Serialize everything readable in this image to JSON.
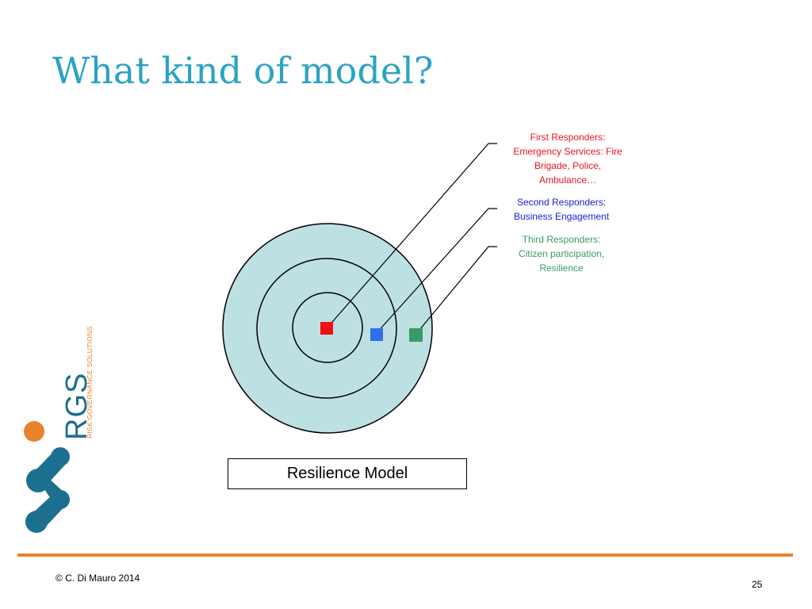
{
  "slide": {
    "title": "What kind of model?",
    "model_label": "Resilience Model",
    "copyright": "© C. Di Mauro 2014",
    "page_number": "25"
  },
  "callouts": {
    "first": {
      "lines": [
        "First Responders:",
        "Emergency Services: Fire",
        "Brigade, Police,",
        "Ambulance…"
      ],
      "color": "#e8131f"
    },
    "second": {
      "lines": [
        "Second Responders:",
        "Business Engagement"
      ],
      "color": "#1a1ad4"
    },
    "third": {
      "lines": [
        "Third Responders:",
        "Citizen participation,",
        "Resilience"
      ],
      "color": "#3a9a63"
    }
  },
  "logo": {
    "letters": "RGS",
    "tagline": "RISK GOVERNANCE SOLUTIONS",
    "brand_color": "#1d6f8f",
    "accent_color": "#e8832a"
  },
  "colors": {
    "title": "#2ba3c5",
    "circle_fill": "#bde0e3",
    "marker_first": "#ee1111",
    "marker_second": "#2f6ff0",
    "marker_third": "#3a9a63",
    "footer_rule": "#e8832a"
  }
}
